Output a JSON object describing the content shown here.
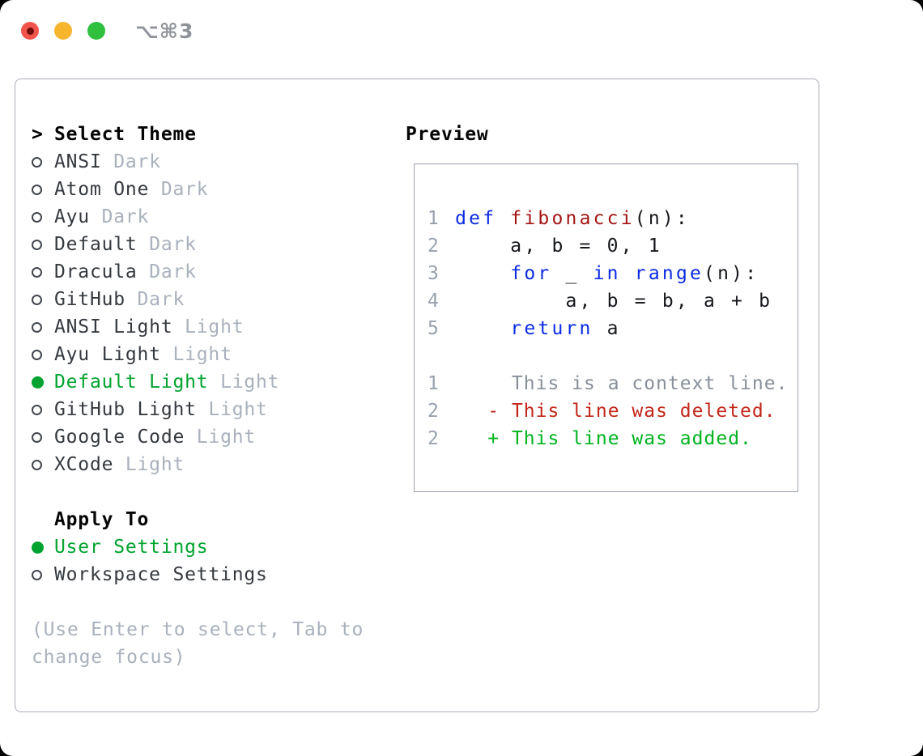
{
  "titlebar": {
    "shortcut": "⌥⌘3",
    "buttons": [
      "close",
      "minimize",
      "zoom"
    ]
  },
  "theme_list": {
    "cursor": ">",
    "title": "Select Theme",
    "items": [
      {
        "name": "ANSI",
        "variant": "Dark",
        "selected": false
      },
      {
        "name": "Atom One",
        "variant": "Dark",
        "selected": false
      },
      {
        "name": "Ayu",
        "variant": "Dark",
        "selected": false
      },
      {
        "name": "Default",
        "variant": "Dark",
        "selected": false
      },
      {
        "name": "Dracula",
        "variant": "Dark",
        "selected": false
      },
      {
        "name": "GitHub",
        "variant": "Dark",
        "selected": false
      },
      {
        "name": "ANSI Light",
        "variant": "Light",
        "selected": false
      },
      {
        "name": "Ayu Light",
        "variant": "Light",
        "selected": false
      },
      {
        "name": "Default Light",
        "variant": "Light",
        "selected": true
      },
      {
        "name": "GitHub Light",
        "variant": "Light",
        "selected": false
      },
      {
        "name": "Google Code",
        "variant": "Light",
        "selected": false
      },
      {
        "name": "XCode",
        "variant": "Light",
        "selected": false
      }
    ]
  },
  "apply_to": {
    "title": "Apply To",
    "items": [
      {
        "name": "User Settings",
        "selected": true
      },
      {
        "name": "Workspace Settings",
        "selected": false
      }
    ]
  },
  "help_lines": [
    "(Use Enter to select, Tab to",
    "change focus)"
  ],
  "preview": {
    "title": "Preview",
    "code_lines": [
      {
        "number": "1",
        "tokens": [
          [
            "keyword",
            "def"
          ],
          [
            "plain",
            " "
          ],
          [
            "function",
            "fibonacci"
          ],
          [
            "plain",
            "(n):"
          ]
        ]
      },
      {
        "number": "2",
        "tokens": [
          [
            "plain",
            "    a, b = 0, 1"
          ]
        ]
      },
      {
        "number": "3",
        "tokens": [
          [
            "plain",
            "    "
          ],
          [
            "keyword",
            "for"
          ],
          [
            "plain",
            " _ "
          ],
          [
            "keyword",
            "in"
          ],
          [
            "plain",
            " "
          ],
          [
            "keyword",
            "range"
          ],
          [
            "plain",
            "(n):"
          ]
        ]
      },
      {
        "number": "4",
        "tokens": [
          [
            "plain",
            "        a, b = b, a + b"
          ]
        ]
      },
      {
        "number": "5",
        "tokens": [
          [
            "plain",
            "    "
          ],
          [
            "keyword",
            "return"
          ],
          [
            "plain",
            " a"
          ]
        ]
      }
    ],
    "diff_lines": [
      {
        "number": "1",
        "kind": "context",
        "text": "     This is a context line."
      },
      {
        "number": "2",
        "kind": "deleted",
        "text": "   - This line was deleted."
      },
      {
        "number": "2",
        "kind": "added",
        "text": "   + This line was added."
      }
    ]
  },
  "colors": {
    "keyword": "#0b2be2",
    "function": "#a31515",
    "plain": "#16181c",
    "line_number": "#98a1ae",
    "context": "#878f99",
    "deleted": "#c3261a",
    "added": "#00b31e",
    "selected_green": "#00a32f",
    "muted": "#a9b1bd"
  }
}
